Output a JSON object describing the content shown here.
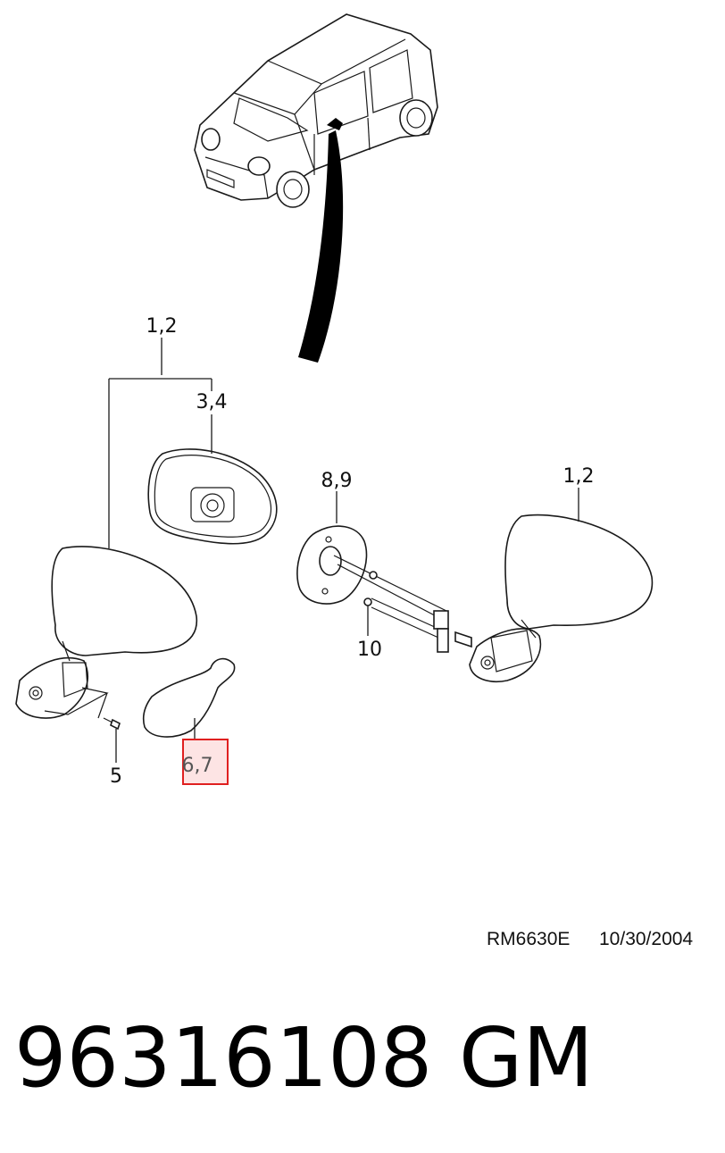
{
  "callouts": {
    "left_mirror_assy": "1,2",
    "mirror_glass": "3,4",
    "gasket": "8,9",
    "right_mirror_assy": "1,2",
    "nut": "10",
    "screw": "5",
    "cover": "6,7"
  },
  "highlight": {
    "label": "6,7",
    "color": "#e02020",
    "fill": "#fde4e4"
  },
  "reference": {
    "code": "RM6630E",
    "date": "10/30/2004"
  },
  "part_number": "96316108",
  "brand": "GM"
}
